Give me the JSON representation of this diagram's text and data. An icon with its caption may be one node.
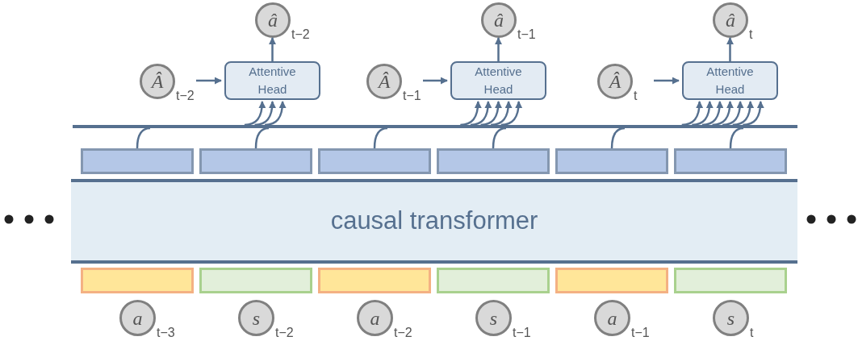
{
  "diagram": {
    "nodes": [
      {
        "text": [
          "â"
        ],
        "beside": [
          "t−2"
        ]
      },
      {
        "text": [
          "â"
        ],
        "beside": [
          "t−1"
        ]
      },
      {
        "text": [
          "â"
        ],
        "beside": [
          "t"
        ]
      },
      {
        "text": [
          "Â"
        ],
        "beside": [
          "t−2"
        ]
      },
      {
        "text": [
          "Â"
        ],
        "beside": [
          "t−1"
        ]
      },
      {
        "text": [
          "Â"
        ],
        "beside": [
          "t"
        ]
      },
      {
        "text": [
          "Attentive Head"
        ]
      },
      {
        "text": [
          "Attentive Head"
        ]
      },
      {
        "text": [
          "Attentive Head"
        ]
      },
      {
        "text": [],
        "shape": "bar"
      },
      {
        "text": [],
        "shape": "box"
      },
      {
        "text": [],
        "shape": "box"
      },
      {
        "text": [],
        "shape": "box"
      },
      {
        "text": [],
        "shape": "box"
      },
      {
        "text": [],
        "shape": "box"
      },
      {
        "text": [],
        "shape": "box"
      },
      {
        "text": [
          "causal transformer"
        ]
      },
      {
        "text": [],
        "shape": "box"
      },
      {
        "text": [],
        "shape": "box"
      },
      {
        "text": [],
        "shape": "box"
      },
      {
        "text": [],
        "shape": "box"
      },
      {
        "text": [],
        "shape": "box"
      },
      {
        "text": [],
        "shape": "box"
      },
      {
        "text": [
          "a"
        ],
        "beside": [
          "t−3"
        ]
      },
      {
        "text": [
          "s"
        ],
        "beside": [
          "t−2"
        ]
      },
      {
        "text": [
          "a"
        ],
        "beside": [
          "t−2"
        ]
      },
      {
        "text": [
          "s"
        ],
        "beside": [
          "t−1"
        ]
      },
      {
        "text": [
          "a"
        ],
        "beside": [
          "t−1"
        ]
      },
      {
        "text": [
          "s"
        ],
        "beside": [
          "t"
        ]
      }
    ],
    "edges": [
      {
        "from": 3,
        "to": 6,
        "arrow": "to"
      },
      {
        "from": 4,
        "to": 7,
        "arrow": "to"
      },
      {
        "from": 5,
        "to": 8,
        "arrow": "to"
      },
      {
        "from": 6,
        "to": 0,
        "arrow": "to"
      },
      {
        "from": 7,
        "to": 1,
        "arrow": "to"
      },
      {
        "from": 8,
        "to": 2,
        "arrow": "to"
      },
      {
        "from": 10,
        "to": 9,
        "arrow": "none"
      },
      {
        "from": 11,
        "to": 9,
        "arrow": "none"
      },
      {
        "from": 12,
        "to": 9,
        "arrow": "none"
      },
      {
        "from": 13,
        "to": 9,
        "arrow": "none"
      },
      {
        "from": 14,
        "to": 9,
        "arrow": "none"
      },
      {
        "from": 15,
        "to": 9,
        "arrow": "none"
      },
      {
        "from": 9,
        "to": 6,
        "arrow": "to"
      },
      {
        "from": 9,
        "to": 6,
        "arrow": "to"
      },
      {
        "from": 9,
        "to": 6,
        "arrow": "to"
      },
      {
        "from": 9,
        "to": 7,
        "arrow": "to"
      },
      {
        "from": 9,
        "to": 7,
        "arrow": "to"
      },
      {
        "from": 9,
        "to": 7,
        "arrow": "to"
      },
      {
        "from": 9,
        "to": 7,
        "arrow": "to"
      },
      {
        "from": 9,
        "to": 7,
        "arrow": "to"
      },
      {
        "from": 9,
        "to": 8,
        "arrow": "to"
      },
      {
        "from": 9,
        "to": 8,
        "arrow": "to"
      },
      {
        "from": 9,
        "to": 8,
        "arrow": "to"
      },
      {
        "from": 9,
        "to": 8,
        "arrow": "to"
      },
      {
        "from": 9,
        "to": 8,
        "arrow": "to"
      },
      {
        "from": 9,
        "to": 8,
        "arrow": "to"
      },
      {
        "from": 9,
        "to": 8,
        "arrow": "to"
      }
    ]
  }
}
